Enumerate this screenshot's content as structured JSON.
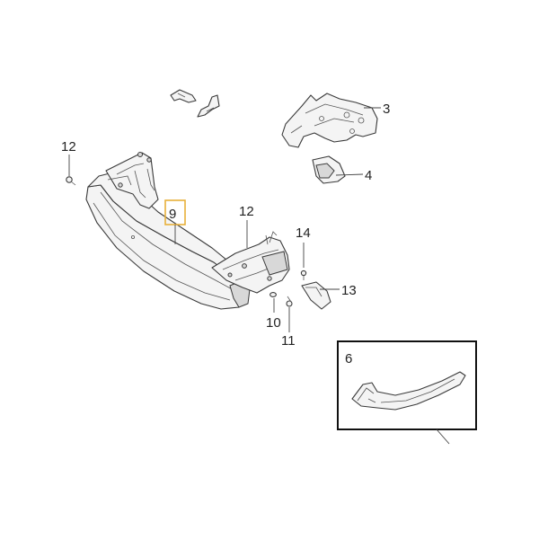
{
  "callouts": {
    "c3": "3",
    "c4": "4",
    "c6": "6",
    "c9": "9",
    "c10": "10",
    "c11": "11",
    "c12_left": "12",
    "c12_mid": "12",
    "c13": "13",
    "c14": "14"
  },
  "colors": {
    "highlight": "#e8b03a",
    "line": "#3a3a3a"
  }
}
